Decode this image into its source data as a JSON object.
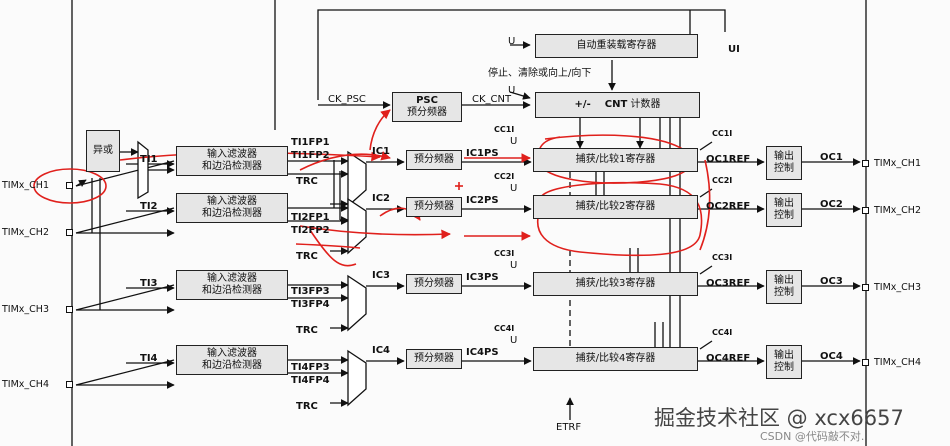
{
  "diagram": {
    "xor_block": "异或",
    "ti_labels": [
      "TI1",
      "TI2",
      "TI3",
      "TI4"
    ],
    "filter_line1": "输入滤波器",
    "filter_line2": "和边沿检测器",
    "fp_labels": [
      "TI1FP1",
      "TI1FP2",
      "TI2FP1",
      "TI2FP2",
      "TI3FP3",
      "TI3FP4",
      "TI4FP3",
      "TI4FP4"
    ],
    "trc": "TRC",
    "ic_labels": [
      "IC1",
      "IC2",
      "IC3",
      "IC4"
    ],
    "prescaler": "预分频器",
    "icps_labels": [
      "IC1PS",
      "IC2PS",
      "IC3PS",
      "IC4PS"
    ],
    "cci_labels": [
      "CC1I",
      "CC2I",
      "CC3I",
      "CC4I"
    ],
    "capture_compare": [
      "捕获/比较1寄存器",
      "捕获/比较2寄存器",
      "捕获/比较3寄存器",
      "捕获/比较4寄存器"
    ],
    "ocref_labels": [
      "OC1REF",
      "OC2REF",
      "OC3REF",
      "OC4REF"
    ],
    "output_line1": "输出",
    "output_line2": "控制",
    "oc_labels": [
      "OC1",
      "OC2",
      "OC3",
      "OC4"
    ],
    "channel_inputs": [
      "TIMx_CH1",
      "TIMx_CH2",
      "TIMx_CH3",
      "TIMx_CH4"
    ],
    "channel_outputs": [
      "TIMx_CH1",
      "TIMx_CH2",
      "TIMx_CH3",
      "TIMx_CH4"
    ],
    "auto_reload": "自动重装载寄存器",
    "stop_clear": "停止、清除或向上/向下",
    "ui": "UI",
    "u": "U",
    "ck_psc": "CK_PSC",
    "psc_title": "PSC",
    "psc_sub": "预分频器",
    "ck_cnt": "CK_CNT",
    "plus_minus": "+/-",
    "cnt_title": "CNT",
    "cnt_sub": "计数器",
    "etrf": "ETRF"
  },
  "watermark": {
    "main": "掘金技术社区 @ xcx6657",
    "sub": "CSDN @代码敲不对."
  },
  "colors": {
    "annotation": "#e0201c",
    "line": "#111111",
    "block_fill": "#e6e6e6"
  }
}
